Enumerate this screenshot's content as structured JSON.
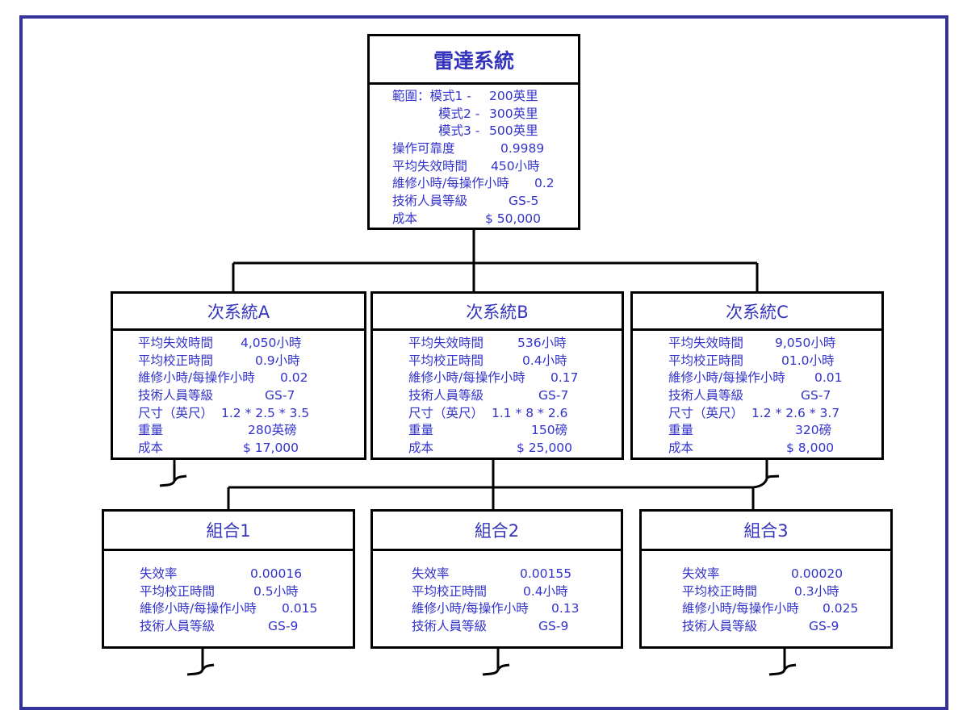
{
  "diagram": {
    "root": {
      "title": "雷達系統",
      "rows": [
        {
          "label": "範圍：模式1 -",
          "value": "200英里"
        },
        {
          "label": "模式2 -",
          "value": "300英里"
        },
        {
          "label": "模式3  -",
          "value": "500英里"
        },
        {
          "label": "操作可靠度",
          "value": "0.9989"
        },
        {
          "label": "平均失效時間",
          "value": "450小時"
        },
        {
          "label": "維修小時/每操作小時",
          "value": "0.2"
        },
        {
          "label": "技術人員等級",
          "value": "GS-5"
        },
        {
          "label": "成本",
          "value": "$ 50,000"
        }
      ]
    },
    "subsystems": [
      {
        "title": "次系統A",
        "rows": [
          {
            "label": "平均失效時間",
            "value": "4,050小時"
          },
          {
            "label": "平均校正時間",
            "value": "0.9小時"
          },
          {
            "label": "維修小時/每操作小時",
            "value": "0.02"
          },
          {
            "label": "技術人員等級",
            "value": "GS-7"
          },
          {
            "label": "尺寸（英尺）",
            "value": "1.2 * 2.5 * 3.5"
          },
          {
            "label": "重量",
            "value": "280英磅"
          },
          {
            "label": "成本",
            "value": "$ 17,000"
          }
        ]
      },
      {
        "title": "次系統B",
        "rows": [
          {
            "label": "平均失效時間",
            "value": "536小時"
          },
          {
            "label": "平均校正時間",
            "value": "0.4小時"
          },
          {
            "label": "維修小時/每操作小時",
            "value": "0.17"
          },
          {
            "label": "技術人員等級",
            "value": "GS-7"
          },
          {
            "label": "尺寸（英尺）",
            "value": "1.1 * 8 * 2.6"
          },
          {
            "label": "重量",
            "value": "150磅"
          },
          {
            "label": "成本",
            "value": "$ 25,000"
          }
        ]
      },
      {
        "title": "次系統C",
        "rows": [
          {
            "label": "平均失效時間",
            "value": "9,050小時"
          },
          {
            "label": "平均校正時間",
            "value": "01.0小時"
          },
          {
            "label": "維修小時/每操作小時",
            "value": "0.01"
          },
          {
            "label": "技術人員等級",
            "value": "GS-7"
          },
          {
            "label": "尺寸（英尺）",
            "value": "1.2 * 2.6 * 3.7"
          },
          {
            "label": "重量",
            "value": "320磅"
          },
          {
            "label": "成本",
            "value": "$ 8,000"
          }
        ]
      }
    ],
    "assemblies": [
      {
        "title": "組合1",
        "rows": [
          {
            "label": "失效率",
            "value": "0.00016"
          },
          {
            "label": "平均校正時間",
            "value": "0.5小時"
          },
          {
            "label": "維修小時/每操作小時",
            "value": "0.015"
          },
          {
            "label": "技術人員等級",
            "value": "GS-9"
          }
        ]
      },
      {
        "title": "組合2",
        "rows": [
          {
            "label": "失效率",
            "value": "0.00155"
          },
          {
            "label": "平均校正時間",
            "value": "0.4小時"
          },
          {
            "label": "維修小時/每操作小時",
            "value": "0.13"
          },
          {
            "label": "技術人員等級",
            "value": "GS-9"
          }
        ]
      },
      {
        "title": "組合3",
        "rows": [
          {
            "label": "失效率",
            "value": "0.00020"
          },
          {
            "label": "平均校正時間",
            "value": "0.3小時"
          },
          {
            "label": "維修小時/每操作小時",
            "value": "0.025"
          },
          {
            "label": "技術人員等級",
            "value": "GS-9"
          }
        ]
      }
    ],
    "colors": {
      "frame": "#333399",
      "text": "#3333cc",
      "lines": "#000000"
    }
  }
}
